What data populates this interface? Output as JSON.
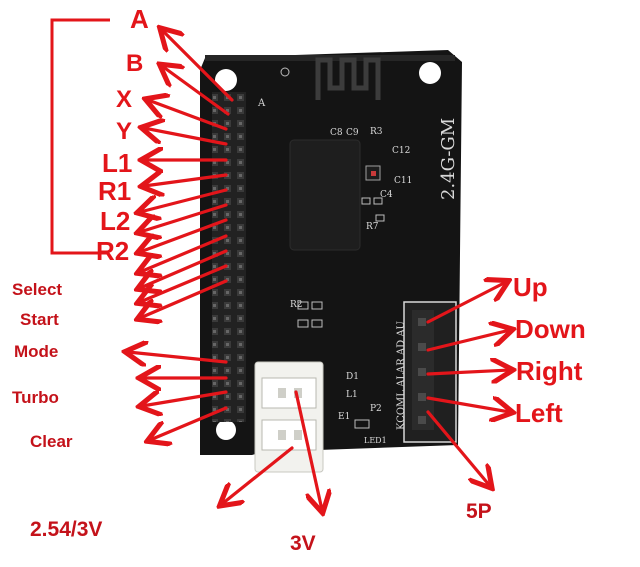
{
  "board": {
    "model": "2.4G-GM",
    "silk_top_header": "A",
    "silk_right_header": "KCOML ALAR AD AU",
    "silk_power": "LED1",
    "silk_parts": [
      "R3",
      "C8",
      "C9",
      "C12",
      "C4",
      "C11",
      "R7",
      "R2",
      "D1",
      "L1",
      "P2",
      "E1"
    ]
  },
  "labels": {
    "left_buttons": [
      "A",
      "B",
      "X",
      "Y",
      "L1",
      "R1",
      "L2",
      "R2"
    ],
    "left_functions": [
      "Select",
      "Start",
      "Mode",
      "Turbo",
      "Clear"
    ],
    "directions": [
      "Up",
      "Down",
      "Right",
      "Left"
    ],
    "right_connector": "5P",
    "left_connector": "2.54/3V",
    "power_connector": "3V"
  },
  "colors": {
    "arrow": "#e3151a",
    "pcb": "#141414",
    "header": "#1c1c1c",
    "connector": "#f2f2ee"
  }
}
